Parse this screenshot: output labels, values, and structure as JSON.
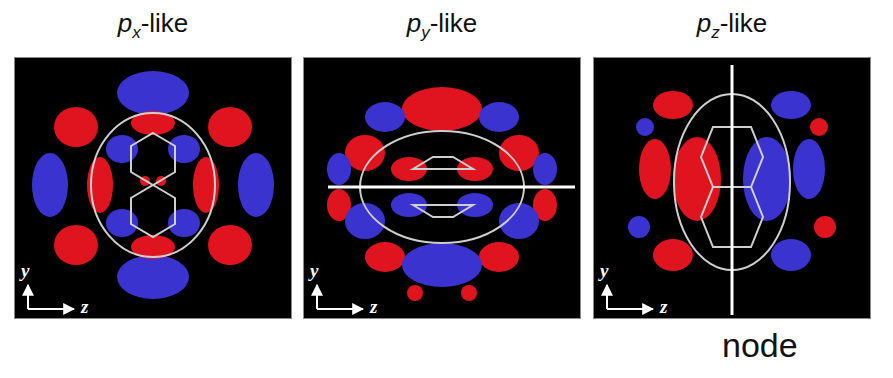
{
  "diagram": {
    "nodes": [
      {
        "text": [
          "px-like",
          "y",
          "z"
        ]
      },
      {
        "text": [
          "py-like",
          "y",
          "z"
        ]
      },
      {
        "text": [
          "pz-like",
          "y",
          "z"
        ]
      }
    ],
    "labels": [
      "node"
    ]
  }
}
